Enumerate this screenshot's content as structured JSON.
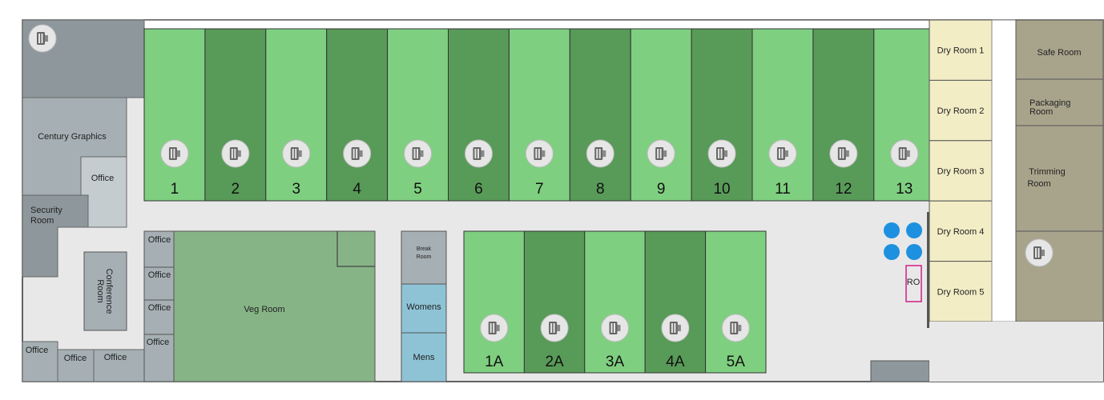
{
  "flower_rooms": [
    "1",
    "2",
    "3",
    "4",
    "5",
    "6",
    "7",
    "8",
    "9",
    "10",
    "11",
    "12",
    "13"
  ],
  "lower_rooms": [
    "1A",
    "2A",
    "3A",
    "4A",
    "5A"
  ],
  "dry_rooms": [
    "Dry Room 1",
    "Dry Room 2",
    "Dry Room 3",
    "Dry Room 4",
    "Dry Room 5"
  ],
  "left_wing": {
    "century_graphics": "Century Graphics",
    "office": "Office",
    "security_room_line1": "Security",
    "security_room_line2": "Room",
    "conference_room_line1": "Conference",
    "conference_room_line2": "Room",
    "bottom_office_1": "Office",
    "bottom_office_2": "Office",
    "bottom_office_3": "Office"
  },
  "veg_area": {
    "veg_room": "Veg Room",
    "offices": [
      "Office",
      "Office",
      "Office",
      "Office"
    ]
  },
  "facilities": {
    "break_room_line1": "Break",
    "break_room_line2": "Room",
    "womens": "Womens",
    "mens": "Mens",
    "ro": "RO"
  },
  "right_wing": {
    "safe_room": "Safe Room",
    "packaging_line1": "Packaging",
    "packaging_line2": "Room",
    "trimming_line1": "Trimming",
    "trimming_line2": "Room"
  },
  "colors": {
    "light_green": "#7fcf80",
    "dark_green": "#589a58",
    "veg_green": "#86b486",
    "dry_room": "#f3edc6",
    "right_rooms": "#a8a48c",
    "office_gray": "#a6b0b4",
    "dark_gray": "#8e989c",
    "restroom_blue": "#8ec3d6",
    "corridor": "#e8e8e8",
    "tank_blue": "#1e90e0",
    "ro_magenta": "#d01f86"
  },
  "icons": {
    "room_icon": "light-fixture-icon"
  }
}
